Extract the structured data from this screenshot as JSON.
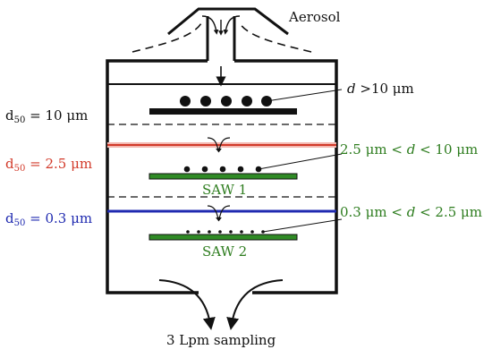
{
  "colors": {
    "black": "#111111",
    "red": "#d23a2a",
    "red_stage_highlight": "#f3b7b0",
    "blue": "#1f2ab0",
    "green": "#2e7d1f",
    "saw_plate_fill": "#2f8a25"
  },
  "labels": {
    "aerosol": "Aerosol",
    "sampling": "3 Lpm sampling",
    "saw1": "SAW 1",
    "saw2": "SAW 2"
  },
  "stages": [
    {
      "d_symbol": "d",
      "d_sub": "50",
      "value": "= 10 μm"
    },
    {
      "d_symbol": "d",
      "d_sub": "50",
      "value": "= 2.5 μm"
    },
    {
      "d_symbol": "d",
      "d_sub": "50",
      "value": "= 0.3 μm"
    }
  ],
  "size_ranges": {
    "top": {
      "d": "d",
      "rest": " >10 μm"
    },
    "mid": {
      "pre": "2.5 μm < ",
      "d": "d",
      "post": " < 10 μm"
    },
    "low": {
      "pre": "0.3 μm < ",
      "d": "d",
      "post": " < 2.5 μm"
    }
  }
}
